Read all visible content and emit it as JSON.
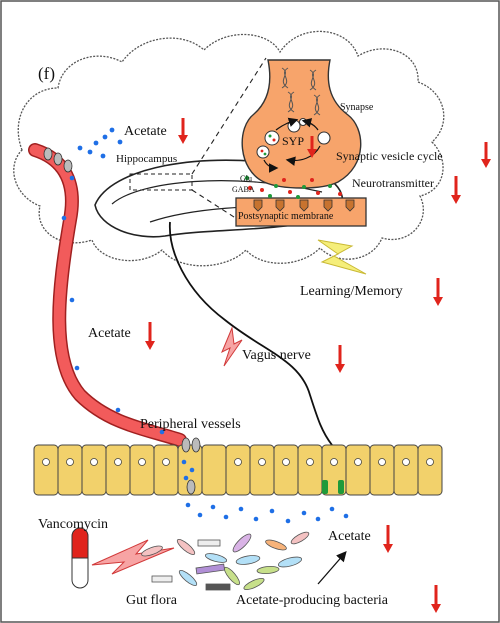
{
  "panel_letter": "(f)",
  "labels": {
    "acetate_brain": "Acetate",
    "hippocampus": "Hippocampus",
    "synapse": "Synapse",
    "syp": "SYP",
    "synaptic_vesicle_cycle": "Synaptic vesicle cycle",
    "glu": "Glu",
    "gaba": "GABA",
    "neurotransmitter": "Neurotransmitter",
    "postsynaptic_membrane": "Postsynaptic membrane",
    "learning_memory": "Learning/Memory",
    "acetate_blood": "Acetate",
    "vagus_nerve": "Vagus nerve",
    "peripheral_vessels": "Peripheral vessels",
    "vancomycin": "Vancomycin",
    "acetate_gut": "Acetate",
    "gut_flora": "Gut flora",
    "acetate_producing_bacteria": "Acetate-producing bacteria"
  },
  "colors": {
    "vessel": "#f25b5b",
    "synapse_fill": "#f7a46b",
    "cell_fill": "#f2d16b",
    "decrease_arrow": "#e0241c",
    "dot": "#1f6fe6",
    "spark": "#f5ee7a"
  },
  "icons": {
    "decrease": "down-arrow-icon",
    "lightning": "lightning-icon",
    "capsule": "capsule-icon",
    "dna": "dna-icon"
  }
}
